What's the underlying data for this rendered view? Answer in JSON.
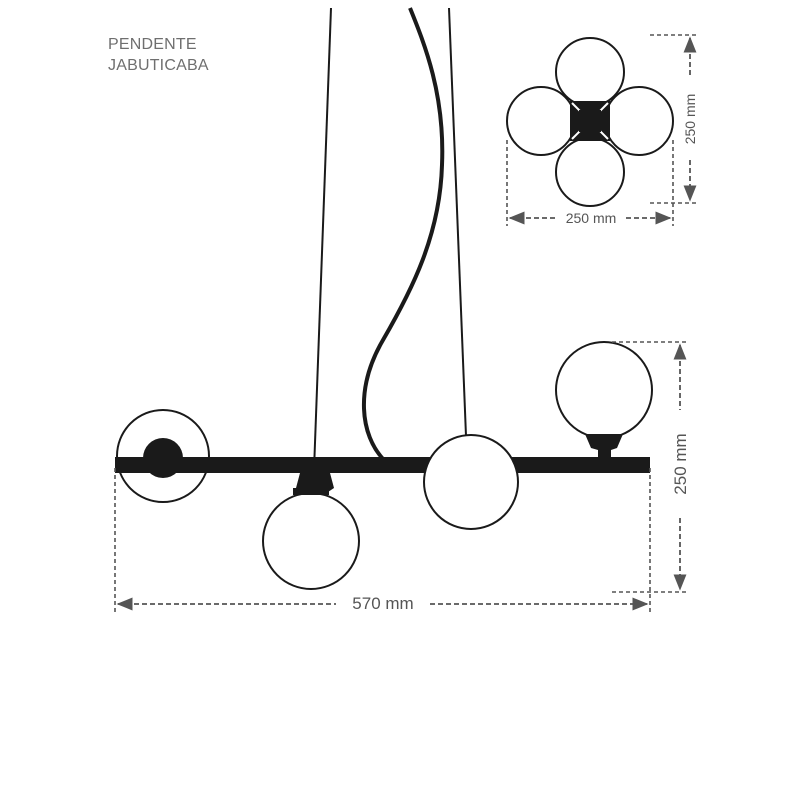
{
  "product": {
    "type_line": "PENDENTE",
    "name_line": "JABUTICABA"
  },
  "dimensions": {
    "front_width": "570 mm",
    "front_height": "250 mm",
    "top_width": "250 mm",
    "top_height": "250 mm"
  },
  "colors": {
    "line": "#1a1a1a",
    "dimension": "#555555",
    "text": "#6f6f6f"
  }
}
